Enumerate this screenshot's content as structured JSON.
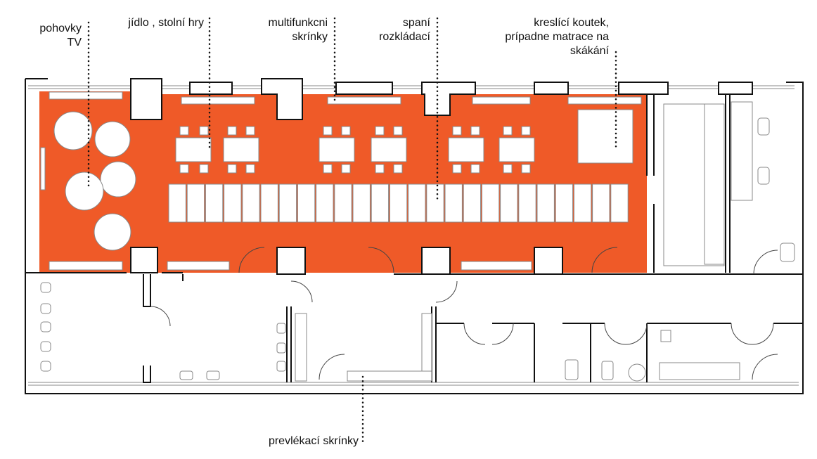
{
  "colors": {
    "accent": "#ef5a28",
    "wall": "#111111",
    "line": "#444444",
    "background": "#ffffff"
  },
  "labels": {
    "pohovky": {
      "line1": "pohovky",
      "line2": "TV"
    },
    "jidlo": {
      "line1": "jídlo , stolní hry"
    },
    "skrinky": {
      "line1": "multifunkcni",
      "line2": "skrínky"
    },
    "spani": {
      "line1": "spaní",
      "line2": "rozkládací"
    },
    "kresleni": {
      "line1": "kreslící koutek,",
      "line2": "prípadne matrace na",
      "line3": "skákání"
    },
    "prevlekaci": {
      "line1": "prevlékací skrínky"
    }
  }
}
